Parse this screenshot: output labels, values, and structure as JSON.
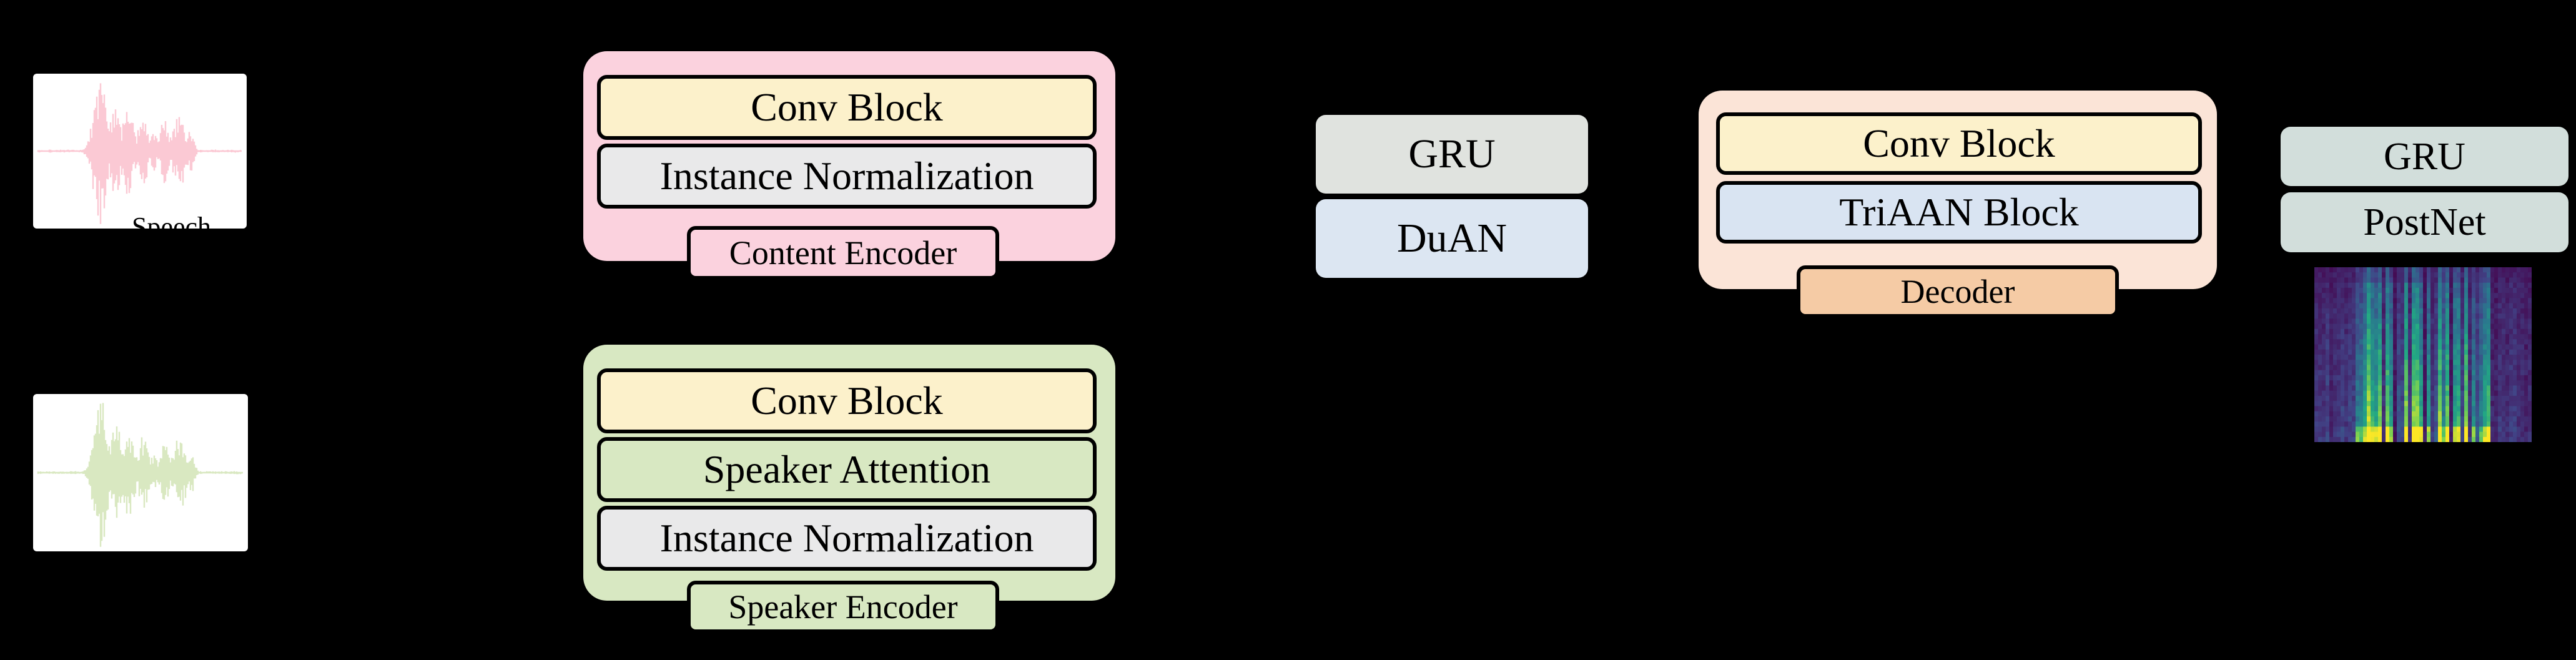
{
  "diagram": {
    "background_color": "#000000",
    "inputs": {
      "source_waveform": {
        "kind": "waveform-image",
        "color": "#FBC9D4",
        "card_color": "#FFFFFF"
      },
      "source_label": "Speech",
      "target_waveform": {
        "kind": "waveform-image",
        "color": "#D9E8C1",
        "card_color": "#FFFFFF"
      }
    },
    "content_encoder": {
      "label": "Content Encoder",
      "container_color": "#FBD2DE",
      "label_box_color": "#FBD2DE",
      "rows": [
        {
          "label": "Conv Block",
          "color": "#FCF1CB"
        },
        {
          "label": "Instance Normalization",
          "color": "#E9E9EA"
        }
      ]
    },
    "speaker_encoder": {
      "label": "Speaker Encoder",
      "container_color": "#D8E8C2",
      "label_box_color": "#D8E8C2",
      "rows": [
        {
          "label": "Conv Block",
          "color": "#FCF1CB"
        },
        {
          "label": "Speaker Attention",
          "color": "#D8E8C2"
        },
        {
          "label": "Instance Normalization",
          "color": "#E9E9EA"
        }
      ]
    },
    "temporal_stack": {
      "rows": [
        {
          "label": "GRU",
          "color": "#E0E3DF"
        },
        {
          "label": "DuAN",
          "color": "#DCE6F2"
        }
      ]
    },
    "decoder": {
      "label": "Decoder",
      "container_color": "#FBE4D7",
      "label_box_color": "#F5CBA5",
      "rows": [
        {
          "label": "Conv Block",
          "color": "#FCF1CB"
        },
        {
          "label": "TriAAN Block",
          "color": "#D9E4F2"
        }
      ]
    },
    "output_stack": {
      "rows": [
        {
          "label": "GRU",
          "color": "#D2DEDB"
        },
        {
          "label": "PostNet",
          "color": "#D2DEDB"
        }
      ]
    },
    "output_spectrogram": {
      "kind": "mel-spectrogram-image",
      "colormap": "viridis",
      "base_color": "#440C54"
    }
  }
}
